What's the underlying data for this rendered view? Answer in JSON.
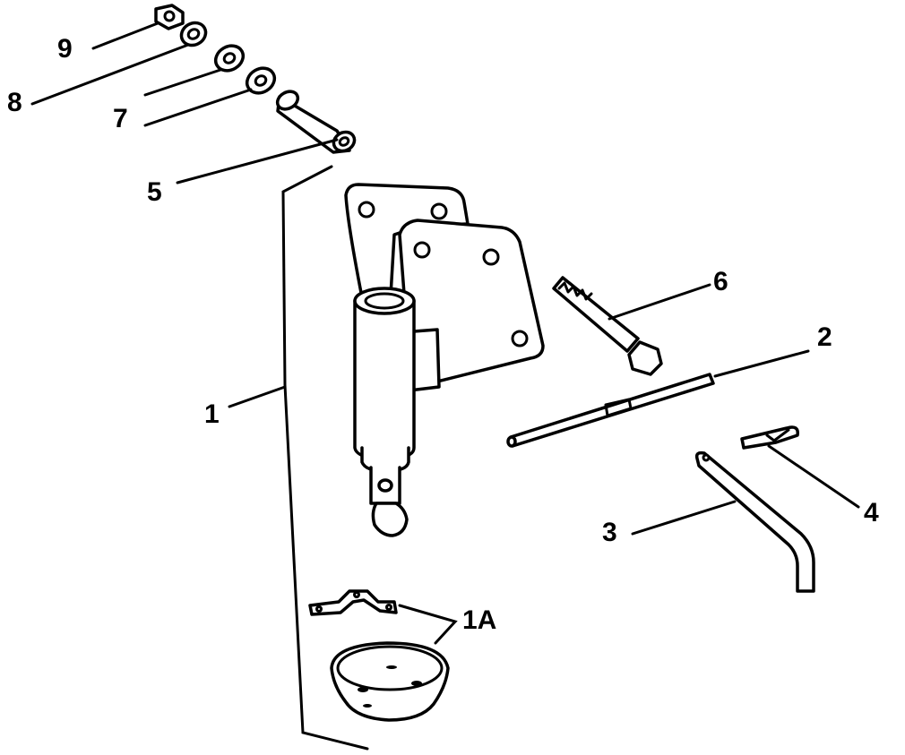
{
  "labels": {
    "part_1": "1",
    "part_1a": "1A",
    "part_2": "2",
    "part_3": "3",
    "part_4": "4",
    "part_5": "5",
    "part_6": "6",
    "part_7": "7",
    "part_8": "8",
    "part_9": "9"
  }
}
